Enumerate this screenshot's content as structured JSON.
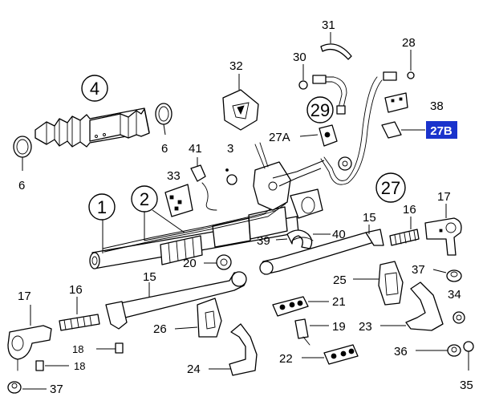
{
  "diagram": {
    "labels": {
      "l1": "1",
      "l2": "2",
      "l3": "3",
      "l4": "4",
      "l6a": "6",
      "l6b": "6",
      "l15a": "15",
      "l15b": "15",
      "l16a": "16",
      "l16b": "16",
      "l17a": "17",
      "l17b": "17",
      "l18a": "18",
      "l18b": "18",
      "l19": "19",
      "l20": "20",
      "l21": "21",
      "l22": "22",
      "l23": "23",
      "l24": "24",
      "l25": "25",
      "l26": "26",
      "l27": "27",
      "l27a": "27A",
      "l27b": "27B",
      "l28": "28",
      "l29": "29",
      "l30": "30",
      "l31": "31",
      "l32": "32",
      "l33": "33",
      "l34": "34",
      "l35": "35",
      "l36": "36",
      "l37a": "37",
      "l37b": "37",
      "l38": "38",
      "l39": "39",
      "l40": "40",
      "l41": "41"
    },
    "highlight_color": "#1a33cc"
  }
}
